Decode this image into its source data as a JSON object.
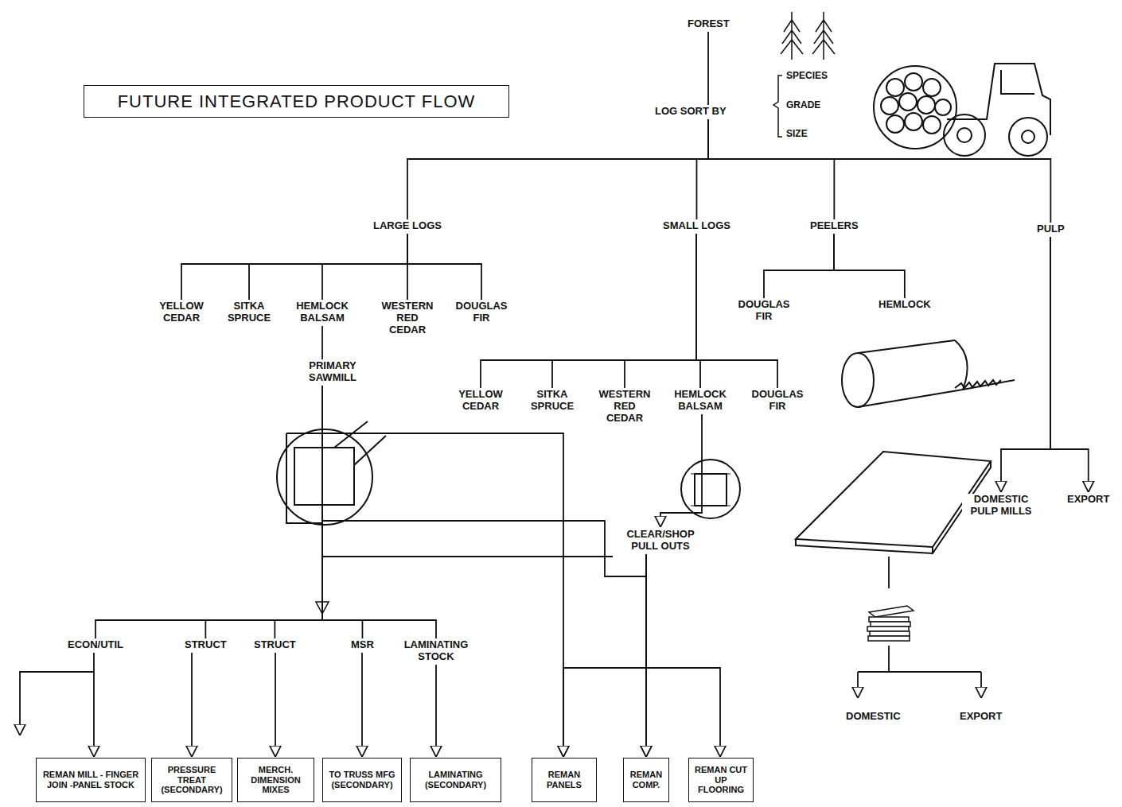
{
  "diagram": {
    "title": "FUTURE INTEGRATED PRODUCT FLOW",
    "nodes": [
      {
        "text": [
          "FOREST"
        ]
      },
      {
        "text": [
          "LOG SORT BY"
        ]
      },
      {
        "text": [
          "LARGE LOGS"
        ]
      },
      {
        "text": [
          "SMALL LOGS"
        ]
      },
      {
        "text": [
          "PEELERS"
        ]
      },
      {
        "text": [
          "PULP"
        ]
      },
      {
        "text": [
          "YELLOW CEDAR"
        ]
      },
      {
        "text": [
          "SITKA SPRUCE"
        ]
      },
      {
        "text": [
          "HEMLOCK BALSAM"
        ]
      },
      {
        "text": [
          "WESTERN RED CEDAR"
        ]
      },
      {
        "text": [
          "DOUGLAS FIR"
        ]
      },
      {
        "text": [
          "PRIMARY SAWMILL"
        ]
      },
      {
        "text": [
          "DOUGLAS FIR"
        ]
      },
      {
        "text": [
          "HEMLOCK"
        ]
      },
      {
        "text": [
          "YELLOW CEDAR"
        ]
      },
      {
        "text": [
          "SITKA SPRUCE"
        ]
      },
      {
        "text": [
          "WESTERN RED CEDAR"
        ]
      },
      {
        "text": [
          "HEMLOCK BALSAM"
        ]
      },
      {
        "text": [
          "DOUGLAS FIR"
        ]
      },
      {
        "text": [
          "CLEAR/SHOP PULL OUTS"
        ]
      },
      {
        "text": [
          "DOMESTIC PULP MILLS"
        ]
      },
      {
        "text": [
          "EXPORT"
        ]
      },
      {
        "text": [
          "ECON/UTIL"
        ]
      },
      {
        "text": [
          "STRUCT"
        ]
      },
      {
        "text": [
          "STRUCT"
        ]
      },
      {
        "text": [
          "MSR"
        ]
      },
      {
        "text": [
          "LAMINATING STOCK"
        ]
      },
      {
        "text": [
          "REMAN MILL - FINGER JOIN -PANEL STOCK"
        ]
      },
      {
        "text": [
          "PRESSURE TREAT (SECONDARY)"
        ]
      },
      {
        "text": [
          "MERCH. DIMENSION MIXES"
        ]
      },
      {
        "text": [
          "TO TRUSS MFG (SECONDARY)"
        ]
      },
      {
        "text": [
          "LAMINATING (SECONDARY)"
        ]
      },
      {
        "text": [
          "REMAN PANELS"
        ]
      },
      {
        "text": [
          "REMAN COMP."
        ]
      },
      {
        "text": [
          "REMAN CUT UP FLOORING"
        ]
      },
      {
        "text": [
          "DOMESTIC"
        ]
      },
      {
        "text": [
          "EXPORT"
        ]
      }
    ],
    "edges": [
      {
        "from": 0,
        "to": 1,
        "arrow": "none"
      },
      {
        "from": 1,
        "to": 2,
        "arrow": "none"
      },
      {
        "from": 1,
        "to": 3,
        "arrow": "none"
      },
      {
        "from": 1,
        "to": 4,
        "arrow": "none"
      },
      {
        "from": 1,
        "to": 5,
        "arrow": "none"
      },
      {
        "from": 2,
        "to": 6,
        "arrow": "none"
      },
      {
        "from": 2,
        "to": 7,
        "arrow": "none"
      },
      {
        "from": 2,
        "to": 8,
        "arrow": "none"
      },
      {
        "from": 2,
        "to": 9,
        "arrow": "none"
      },
      {
        "from": 2,
        "to": 10,
        "arrow": "none"
      },
      {
        "from": 8,
        "to": 11,
        "arrow": "none"
      },
      {
        "from": 4,
        "to": 12,
        "arrow": "none"
      },
      {
        "from": 4,
        "to": 13,
        "arrow": "none"
      },
      {
        "from": 3,
        "to": 14,
        "arrow": "none"
      },
      {
        "from": 3,
        "to": 15,
        "arrow": "none"
      },
      {
        "from": 3,
        "to": 16,
        "arrow": "none"
      },
      {
        "from": 3,
        "to": 17,
        "arrow": "none"
      },
      {
        "from": 3,
        "to": 18,
        "arrow": "none"
      },
      {
        "from": 17,
        "to": 19,
        "arrow": "to"
      },
      {
        "from": 5,
        "to": 20,
        "arrow": "to"
      },
      {
        "from": 5,
        "to": 21,
        "arrow": "to"
      },
      {
        "from": 11,
        "to": 22,
        "arrow": "none"
      },
      {
        "from": 11,
        "to": 23,
        "arrow": "none"
      },
      {
        "from": 11,
        "to": 24,
        "arrow": "none"
      },
      {
        "from": 11,
        "to": 25,
        "arrow": "none"
      },
      {
        "from": 11,
        "to": 26,
        "arrow": "none"
      },
      {
        "from": 22,
        "to": 27,
        "arrow": "to"
      },
      {
        "from": 23,
        "to": 28,
        "arrow": "to"
      },
      {
        "from": 24,
        "to": 29,
        "arrow": "to"
      },
      {
        "from": 25,
        "to": 30,
        "arrow": "to"
      },
      {
        "from": 26,
        "to": 31,
        "arrow": "to"
      },
      {
        "from": 11,
        "to": 32,
        "arrow": "to"
      },
      {
        "from": 11,
        "to": 33,
        "arrow": "to"
      },
      {
        "from": 19,
        "to": 32,
        "arrow": "to"
      },
      {
        "from": 19,
        "to": 33,
        "arrow": "to"
      },
      {
        "from": 19,
        "to": 34,
        "arrow": "to"
      }
    ],
    "labels": [
      "SPECIES",
      "GRADE",
      "SIZE"
    ]
  }
}
